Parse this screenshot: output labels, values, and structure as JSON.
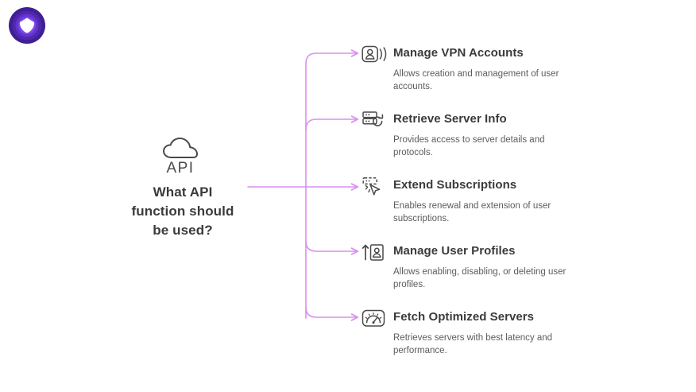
{
  "brand": {
    "name": "proton-vpn-logo",
    "outer_ring_color": "#3f1f94",
    "mid_ring_color": "#5b32c9",
    "inner_ring_color": "#7d4ae8",
    "mark_color": "#ffffff"
  },
  "theme": {
    "background": "#ffffff",
    "connector_color": "#d98fef",
    "title_color": "#3b3b3b",
    "description_color": "#5c5c5c",
    "icon_color": "#4a4a4a"
  },
  "root": {
    "icon": "cloud-api-icon",
    "icon_label": "API",
    "question_lines": [
      "What API",
      "function should",
      "be used?"
    ],
    "question": "What API function should be used?"
  },
  "branches": [
    {
      "icon": "vpn-account-icon",
      "title": "Manage VPN Accounts",
      "description": "Allows creation and management of user accounts."
    },
    {
      "icon": "server-refresh-icon",
      "title": "Retrieve Server Info",
      "description": "Provides access to server details and protocols."
    },
    {
      "icon": "subscription-cursor-icon",
      "title": "Extend Subscriptions",
      "description": "Enables renewal and extension of user subscriptions."
    },
    {
      "icon": "user-profile-arrow-icon",
      "title": "Manage User Profiles",
      "description": "Allows enabling, disabling, or deleting user profiles."
    },
    {
      "icon": "speedometer-icon",
      "title": "Fetch Optimized Servers",
      "description": "Retrieves servers with best latency and performance."
    }
  ]
}
